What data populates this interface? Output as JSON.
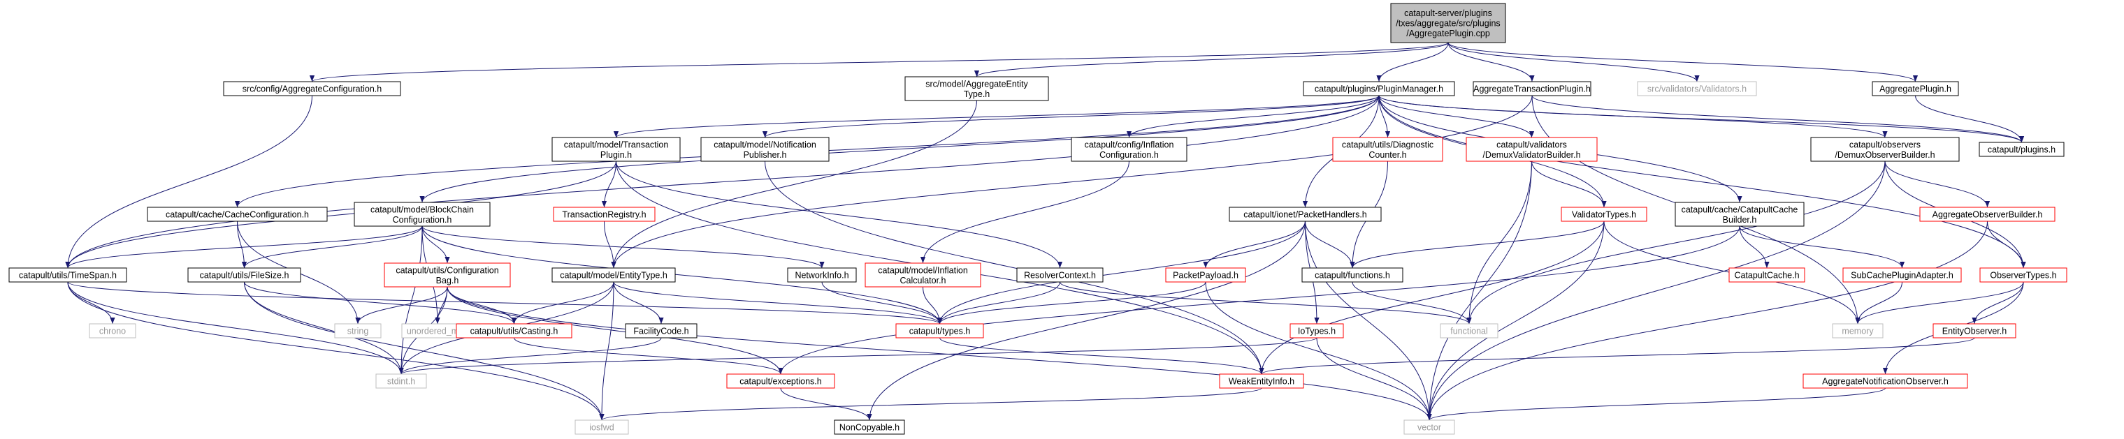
{
  "colors": {
    "root_fill": "#bfbfbf",
    "root_border": "#000000",
    "node_border": "#000000",
    "red_border": "#ff0000",
    "gray_border": "#bfbfbf",
    "edge": "#191970",
    "text": "#000000",
    "gray_text": "#9b9b9b"
  },
  "nodes": [
    {
      "id": "root",
      "style": "root",
      "lines": [
        "catapult-server/plugins",
        "/txes/aggregate/src/plugins",
        "/AggregatePlugin.cpp"
      ]
    },
    {
      "id": "aggconfig",
      "style": "black",
      "lines": [
        "src/config/AggregateConfiguration.h"
      ]
    },
    {
      "id": "aggentitytype",
      "style": "black",
      "lines": [
        "src/model/AggregateEntity",
        "Type.h"
      ]
    },
    {
      "id": "pluginmanager",
      "style": "black",
      "lines": [
        "catapult/plugins/PluginManager.h"
      ]
    },
    {
      "id": "aggtxplugin",
      "style": "black",
      "lines": [
        "AggregateTransactionPlugin.h"
      ]
    },
    {
      "id": "validators",
      "style": "gray",
      "lines": [
        "src/validators/Validators.h"
      ]
    },
    {
      "id": "aggplugin",
      "style": "black",
      "lines": [
        "AggregatePlugin.h"
      ]
    },
    {
      "id": "txplugin",
      "style": "black",
      "lines": [
        "catapult/model/Transaction",
        "Plugin.h"
      ]
    },
    {
      "id": "notifpub",
      "style": "black",
      "lines": [
        "catapult/model/Notification",
        "Publisher.h"
      ]
    },
    {
      "id": "inflconfig",
      "style": "black",
      "lines": [
        "catapult/config/Inflation",
        "Configuration.h"
      ]
    },
    {
      "id": "diagcounter",
      "style": "red",
      "lines": [
        "catapult/utils/Diagnostic",
        "Counter.h"
      ]
    },
    {
      "id": "demuxvalid",
      "style": "red",
      "lines": [
        "catapult/validators",
        "/DemuxValidatorBuilder.h"
      ]
    },
    {
      "id": "demuxobs",
      "style": "black",
      "lines": [
        "catapult/observers",
        "/DemuxObserverBuilder.h"
      ]
    },
    {
      "id": "pluginsh",
      "style": "black",
      "lines": [
        "catapult/plugins.h"
      ]
    },
    {
      "id": "cacheconfig",
      "style": "black",
      "lines": [
        "catapult/cache/CacheConfiguration.h"
      ]
    },
    {
      "id": "blockchainconfig",
      "style": "black",
      "lines": [
        "catapult/model/BlockChain",
        "Configuration.h"
      ]
    },
    {
      "id": "txregistry",
      "style": "red",
      "lines": [
        "TransactionRegistry.h"
      ]
    },
    {
      "id": "packethandlers",
      "style": "black",
      "lines": [
        "catapult/ionet/PacketHandlers.h"
      ]
    },
    {
      "id": "validatortypes",
      "style": "red",
      "lines": [
        "ValidatorTypes.h"
      ]
    },
    {
      "id": "cachebuilder",
      "style": "black",
      "lines": [
        "catapult/cache/CatapultCache",
        "Builder.h"
      ]
    },
    {
      "id": "aggobsbuilder",
      "style": "red",
      "lines": [
        "AggregateObserverBuilder.h"
      ]
    },
    {
      "id": "timespan",
      "style": "black",
      "lines": [
        "catapult/utils/TimeSpan.h"
      ]
    },
    {
      "id": "filesize",
      "style": "black",
      "lines": [
        "catapult/utils/FileSize.h"
      ]
    },
    {
      "id": "configbag",
      "style": "red",
      "lines": [
        "catapult/utils/Configuration",
        "Bag.h"
      ]
    },
    {
      "id": "entitytype",
      "style": "black",
      "lines": [
        "catapult/model/EntityType.h"
      ]
    },
    {
      "id": "networkinfo",
      "style": "black",
      "lines": [
        "NetworkInfo.h"
      ]
    },
    {
      "id": "inflcalc",
      "style": "red",
      "lines": [
        "catapult/model/Inflation",
        "Calculator.h"
      ]
    },
    {
      "id": "resolverctx",
      "style": "black",
      "lines": [
        "ResolverContext.h"
      ]
    },
    {
      "id": "packetpayload",
      "style": "red",
      "lines": [
        "PacketPayload.h"
      ]
    },
    {
      "id": "functionsh",
      "style": "black",
      "lines": [
        "catapult/functions.h"
      ]
    },
    {
      "id": "catapultcache",
      "style": "red",
      "lines": [
        "CatapultCache.h"
      ]
    },
    {
      "id": "subcache",
      "style": "red",
      "lines": [
        "SubCachePluginAdapter.h"
      ]
    },
    {
      "id": "observertypes",
      "style": "red",
      "lines": [
        "ObserverTypes.h"
      ]
    },
    {
      "id": "chrono",
      "style": "gray",
      "lines": [
        "chrono"
      ]
    },
    {
      "id": "string",
      "style": "gray",
      "lines": [
        "string"
      ]
    },
    {
      "id": "unorderedmap",
      "style": "gray",
      "lines": [
        "unordered_map"
      ]
    },
    {
      "id": "casting",
      "style": "red",
      "lines": [
        "catapult/utils/Casting.h"
      ]
    },
    {
      "id": "facilitycode",
      "style": "black",
      "lines": [
        "FacilityCode.h"
      ]
    },
    {
      "id": "typesh",
      "style": "red",
      "lines": [
        "catapult/types.h"
      ]
    },
    {
      "id": "iotypes",
      "style": "red",
      "lines": [
        "IoTypes.h"
      ]
    },
    {
      "id": "functional",
      "style": "gray",
      "lines": [
        "functional"
      ]
    },
    {
      "id": "memory",
      "style": "gray",
      "lines": [
        "memory"
      ]
    },
    {
      "id": "entityobserver",
      "style": "red",
      "lines": [
        "EntityObserver.h"
      ]
    },
    {
      "id": "stdint",
      "style": "gray",
      "lines": [
        "stdint.h"
      ]
    },
    {
      "id": "exceptions",
      "style": "red",
      "lines": [
        "catapult/exceptions.h"
      ]
    },
    {
      "id": "weakentity",
      "style": "red",
      "lines": [
        "WeakEntityInfo.h"
      ]
    },
    {
      "id": "aggnotifobs",
      "style": "red",
      "lines": [
        "AggregateNotificationObserver.h"
      ]
    },
    {
      "id": "iosfwd",
      "style": "gray",
      "lines": [
        "iosfwd"
      ]
    },
    {
      "id": "noncopyable",
      "style": "black",
      "lines": [
        "NonCopyable.h"
      ]
    },
    {
      "id": "vector",
      "style": "gray",
      "lines": [
        "vector"
      ]
    }
  ],
  "edges": [
    [
      "root",
      "aggconfig"
    ],
    [
      "root",
      "aggentitytype"
    ],
    [
      "root",
      "pluginmanager"
    ],
    [
      "root",
      "aggtxplugin"
    ],
    [
      "root",
      "validators"
    ],
    [
      "root",
      "aggplugin"
    ],
    [
      "aggconfig",
      "timespan"
    ],
    [
      "aggentitytype",
      "entitytype"
    ],
    [
      "pluginmanager",
      "txplugin"
    ],
    [
      "pluginmanager",
      "notifpub"
    ],
    [
      "pluginmanager",
      "inflconfig"
    ],
    [
      "pluginmanager",
      "diagcounter"
    ],
    [
      "pluginmanager",
      "demuxvalid"
    ],
    [
      "pluginmanager",
      "demuxobs"
    ],
    [
      "pluginmanager",
      "pluginsh"
    ],
    [
      "pluginmanager",
      "cacheconfig"
    ],
    [
      "pluginmanager",
      "blockchainconfig"
    ],
    [
      "pluginmanager",
      "packethandlers"
    ],
    [
      "pluginmanager",
      "validatortypes"
    ],
    [
      "pluginmanager",
      "cachebuilder"
    ],
    [
      "pluginmanager",
      "observertypes"
    ],
    [
      "pluginmanager",
      "timespan"
    ],
    [
      "aggtxplugin",
      "pluginsh"
    ],
    [
      "aggtxplugin",
      "entitytype"
    ],
    [
      "aggtxplugin",
      "memory"
    ],
    [
      "aggplugin",
      "pluginsh"
    ],
    [
      "txplugin",
      "txregistry"
    ],
    [
      "txplugin",
      "resolverctx"
    ],
    [
      "txplugin",
      "weakentity"
    ],
    [
      "txplugin",
      "timespan"
    ],
    [
      "notifpub",
      "weakentity"
    ],
    [
      "inflconfig",
      "inflcalc"
    ],
    [
      "diagcounter",
      "functionsh"
    ],
    [
      "demuxvalid",
      "validatortypes"
    ],
    [
      "demuxvalid",
      "functional"
    ],
    [
      "demuxvalid",
      "vector"
    ],
    [
      "demuxobs",
      "aggobsbuilder"
    ],
    [
      "demuxobs",
      "observertypes"
    ],
    [
      "demuxobs",
      "functional"
    ],
    [
      "demuxobs",
      "vector"
    ],
    [
      "cacheconfig",
      "filesize"
    ],
    [
      "cacheconfig",
      "string"
    ],
    [
      "blockchainconfig",
      "timespan"
    ],
    [
      "blockchainconfig",
      "filesize"
    ],
    [
      "blockchainconfig",
      "configbag"
    ],
    [
      "blockchainconfig",
      "networkinfo"
    ],
    [
      "blockchainconfig",
      "typesh"
    ],
    [
      "blockchainconfig",
      "unorderedmap"
    ],
    [
      "blockchainconfig",
      "stdint"
    ],
    [
      "txregistry",
      "entitytype"
    ],
    [
      "packethandlers",
      "packetpayload"
    ],
    [
      "packethandlers",
      "functionsh"
    ],
    [
      "packethandlers",
      "iotypes"
    ],
    [
      "packethandlers",
      "typesh"
    ],
    [
      "packethandlers",
      "noncopyable"
    ],
    [
      "packethandlers",
      "vector"
    ],
    [
      "validatortypes",
      "functionsh"
    ],
    [
      "validatortypes",
      "weakentity"
    ],
    [
      "validatortypes",
      "memory"
    ],
    [
      "validatortypes",
      "vector"
    ],
    [
      "cachebuilder",
      "catapultcache"
    ],
    [
      "cachebuilder",
      "subcache"
    ],
    [
      "cachebuilder",
      "exceptions"
    ],
    [
      "aggobsbuilder",
      "observertypes"
    ],
    [
      "aggobsbuilder",
      "vector"
    ],
    [
      "timespan",
      "chrono"
    ],
    [
      "timespan",
      "stdint"
    ],
    [
      "timespan",
      "iosfwd"
    ],
    [
      "timespan",
      "typesh"
    ],
    [
      "filesize",
      "casting"
    ],
    [
      "filesize",
      "stdint"
    ],
    [
      "filesize",
      "iosfwd"
    ],
    [
      "configbag",
      "casting"
    ],
    [
      "configbag",
      "string"
    ],
    [
      "configbag",
      "unorderedmap"
    ],
    [
      "configbag",
      "exceptions"
    ],
    [
      "configbag",
      "stdint"
    ],
    [
      "configbag",
      "vector"
    ],
    [
      "entitytype",
      "casting"
    ],
    [
      "entitytype",
      "facilitycode"
    ],
    [
      "entitytype",
      "typesh"
    ],
    [
      "entitytype",
      "stdint"
    ],
    [
      "entitytype",
      "iosfwd"
    ],
    [
      "networkinfo",
      "typesh"
    ],
    [
      "inflcalc",
      "typesh"
    ],
    [
      "resolverctx",
      "typesh"
    ],
    [
      "resolverctx",
      "functional"
    ],
    [
      "packetpayload",
      "typesh"
    ],
    [
      "packetpayload",
      "vector"
    ],
    [
      "functionsh",
      "functional"
    ],
    [
      "subcache",
      "memory"
    ],
    [
      "observertypes",
      "entityobserver"
    ],
    [
      "observertypes",
      "aggnotifobs"
    ],
    [
      "observertypes",
      "memory"
    ],
    [
      "casting",
      "exceptions"
    ],
    [
      "facilitycode",
      "stdint"
    ],
    [
      "typesh",
      "weakentity"
    ],
    [
      "iotypes",
      "stdint"
    ],
    [
      "iotypes",
      "vector"
    ],
    [
      "entityobserver",
      "weakentity"
    ],
    [
      "exceptions",
      "noncopyable"
    ],
    [
      "weakentity",
      "iosfwd"
    ],
    [
      "aggnotifobs",
      "vector"
    ]
  ]
}
